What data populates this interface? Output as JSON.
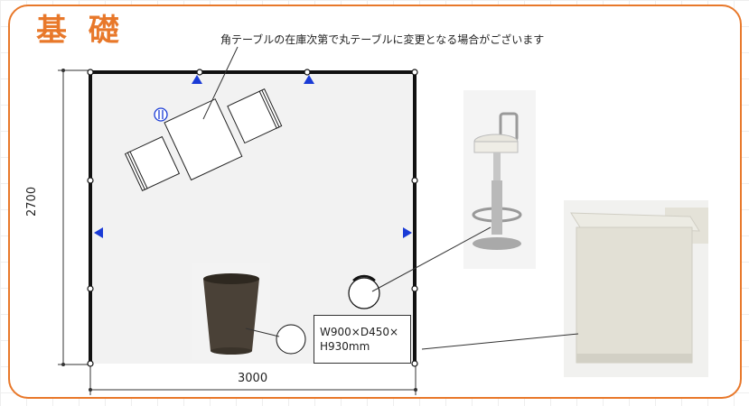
{
  "title": "基 礎",
  "note": "角テーブルの在庫次第で丸テーブルに変更となる場合がございます",
  "dimensions": {
    "width": "3000",
    "depth": "2700"
  },
  "counter": {
    "size_line1": "W900×D450×",
    "size_line2": "H930mm"
  },
  "colors": {
    "accent": "#e8782a",
    "marker": "#1a3bd6",
    "wall": "#111111",
    "floor": "#f2f2f2"
  },
  "icons": {
    "door_marker": "blue-triangle",
    "outlet": "outlet-symbol"
  }
}
